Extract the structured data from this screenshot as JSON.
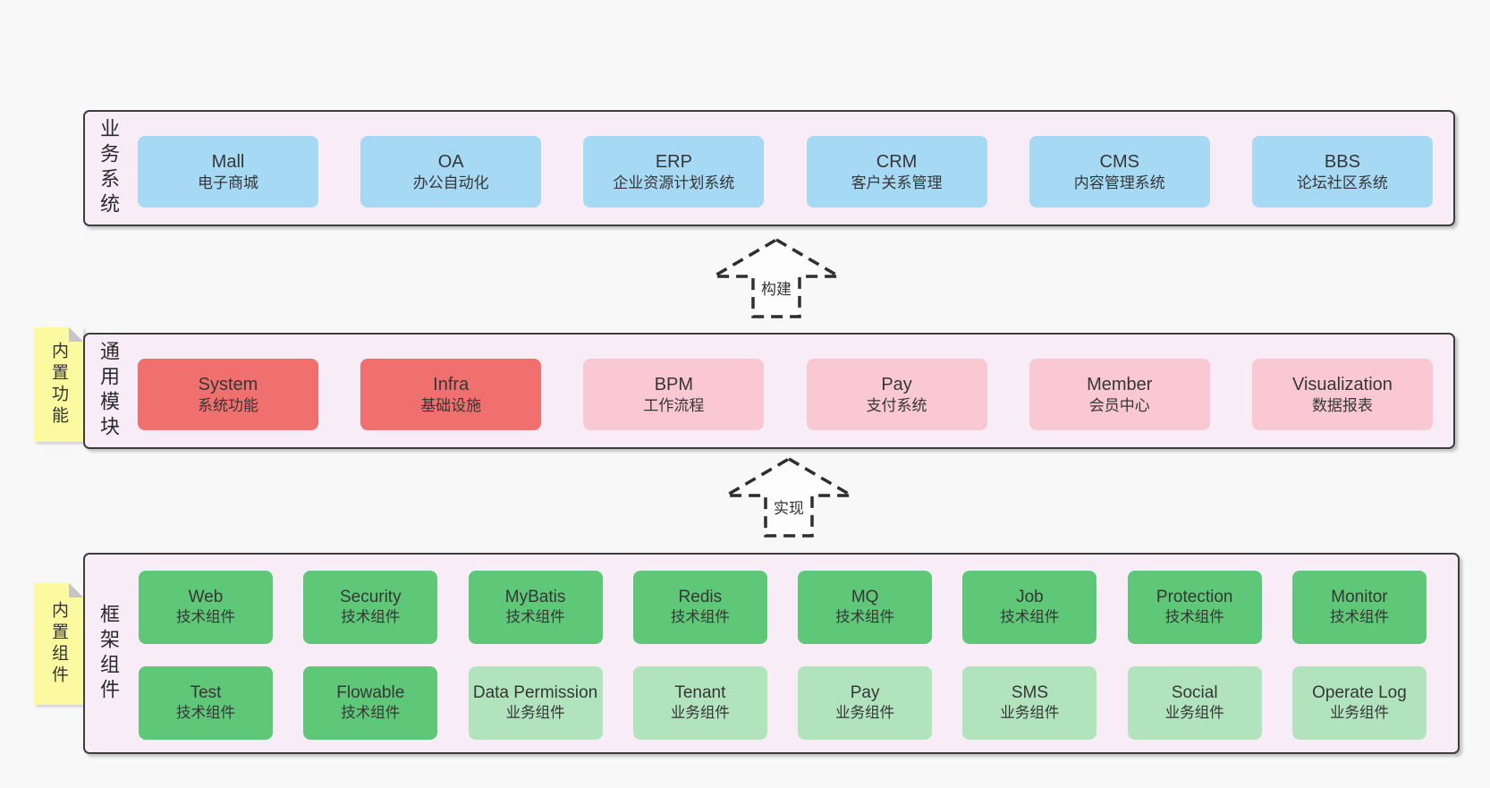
{
  "colors": {
    "page_bg": "#f8f8f8",
    "section_bg": "#f8edf6",
    "section_border": "#3d3d3d",
    "blue_box": "#a6d9f4",
    "red_box": "#f0706f",
    "pink_box": "#f9c8d3",
    "green_box": "#5fc878",
    "light_green_box": "#b1e3bd",
    "note_yellow": "#fcfaa0"
  },
  "arrows": {
    "build": "构建",
    "implement": "实现"
  },
  "sections": {
    "business": {
      "label": "业务系统",
      "boxes": [
        {
          "en": "Mall",
          "zh": "电子商城",
          "variant": "blue"
        },
        {
          "en": "OA",
          "zh": "办公自动化",
          "variant": "blue"
        },
        {
          "en": "ERP",
          "zh": "企业资源计划系统",
          "variant": "blue"
        },
        {
          "en": "CRM",
          "zh": "客户关系管理",
          "variant": "blue"
        },
        {
          "en": "CMS",
          "zh": "内容管理系统",
          "variant": "blue"
        },
        {
          "en": "BBS",
          "zh": "论坛社区系统",
          "variant": "blue"
        }
      ]
    },
    "modules": {
      "label": "通用模块",
      "note": "内置功能",
      "boxes": [
        {
          "en": "System",
          "zh": "系统功能",
          "variant": "red"
        },
        {
          "en": "Infra",
          "zh": "基础设施",
          "variant": "red"
        },
        {
          "en": "BPM",
          "zh": "工作流程",
          "variant": "pink"
        },
        {
          "en": "Pay",
          "zh": "支付系统",
          "variant": "pink"
        },
        {
          "en": "Member",
          "zh": "会员中心",
          "variant": "pink"
        },
        {
          "en": "Visualization",
          "zh": "数据报表",
          "variant": "pink"
        }
      ]
    },
    "framework": {
      "label": "框架组件",
      "note": "内置组件",
      "rows": [
        [
          {
            "en": "Web",
            "zh": "技术组件",
            "variant": "green"
          },
          {
            "en": "Security",
            "zh": "技术组件",
            "variant": "green"
          },
          {
            "en": "MyBatis",
            "zh": "技术组件",
            "variant": "green"
          },
          {
            "en": "Redis",
            "zh": "技术组件",
            "variant": "green"
          },
          {
            "en": "MQ",
            "zh": "技术组件",
            "variant": "green"
          },
          {
            "en": "Job",
            "zh": "技术组件",
            "variant": "green"
          },
          {
            "en": "Protection",
            "zh": "技术组件",
            "variant": "green"
          },
          {
            "en": "Monitor",
            "zh": "技术组件",
            "variant": "green"
          }
        ],
        [
          {
            "en": "Test",
            "zh": "技术组件",
            "variant": "green"
          },
          {
            "en": "Flowable",
            "zh": "技术组件",
            "variant": "green"
          },
          {
            "en": "Data Permission",
            "zh": "业务组件",
            "variant": "lgreen"
          },
          {
            "en": "Tenant",
            "zh": "业务组件",
            "variant": "lgreen"
          },
          {
            "en": "Pay",
            "zh": "业务组件",
            "variant": "lgreen"
          },
          {
            "en": "SMS",
            "zh": "业务组件",
            "variant": "lgreen"
          },
          {
            "en": "Social",
            "zh": "业务组件",
            "variant": "lgreen"
          },
          {
            "en": "Operate Log",
            "zh": "业务组件",
            "variant": "lgreen"
          }
        ]
      ]
    }
  }
}
